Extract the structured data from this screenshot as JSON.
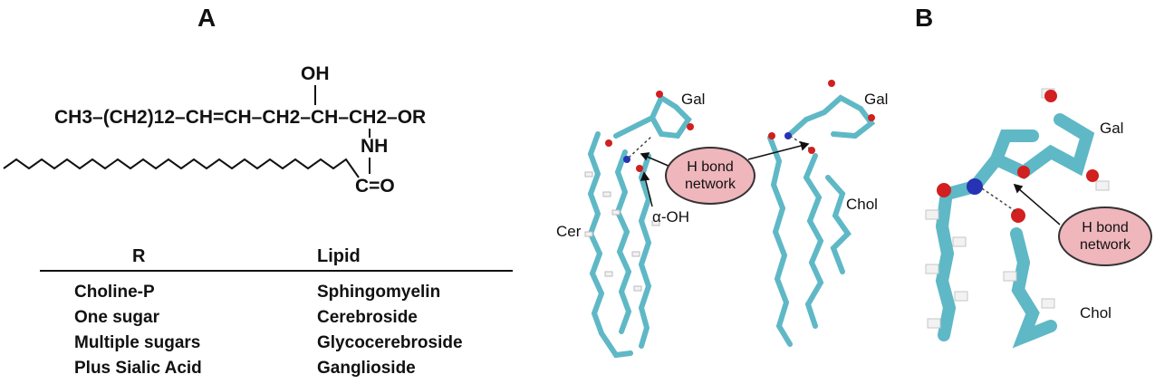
{
  "panels": {
    "a_label": "A",
    "b_label": "B"
  },
  "structure": {
    "main_chain": "CH3–(CH2)12–CH=CH–CH2–CH–CH2–OR",
    "oh": "OH",
    "nh": "NH",
    "c_o": "C=O"
  },
  "table": {
    "header_r": "R",
    "header_lipid": "Lipid",
    "rows": [
      {
        "r": "Choline-P",
        "lipid": "Sphingomyelin"
      },
      {
        "r": "One sugar",
        "lipid": "Cerebroside"
      },
      {
        "r": "Multiple sugars",
        "lipid": "Glycocerebroside"
      },
      {
        "r": "Plus Sialic Acid",
        "lipid": "Ganglioside"
      }
    ]
  },
  "model_labels": {
    "gal_left": "Gal",
    "gal_mid": "Gal",
    "cer": "Cer",
    "alpha_oh": "α-OH",
    "chol_mid": "Chol",
    "hbond_mid": "H bond network",
    "gal_b": "Gal",
    "chol_b": "Chol",
    "hbond_b": "H bond network"
  },
  "colors": {
    "bond_carbon": "#5fb8c6",
    "hydrogen": "#f2f2f2",
    "oxygen": "#d21f1f",
    "nitrogen": "#2633b5",
    "bubble_fill": "#efb6bc"
  }
}
